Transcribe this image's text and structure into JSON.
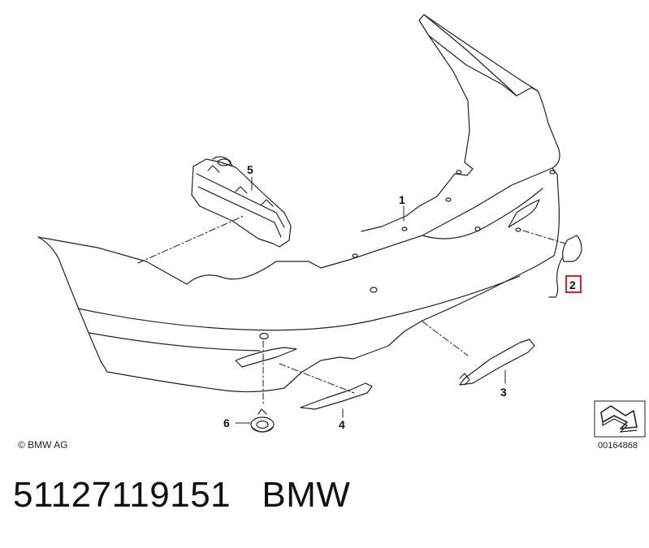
{
  "diagram": {
    "callouts": {
      "c1": "1",
      "c2": "2",
      "c3": "3",
      "c4": "4",
      "c5": "5",
      "c6": "6"
    },
    "highlighted_callout": "2",
    "highlight_color": "#e02020",
    "line_color": "#222222",
    "copyright": "© BMW AG",
    "drawing_number": "00164868",
    "icons": {
      "orientation": "direction-arrow-icon"
    }
  },
  "footer": {
    "part_number": "51127119151",
    "brand": "BMW"
  }
}
